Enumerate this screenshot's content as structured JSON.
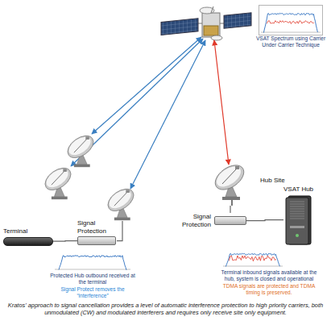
{
  "diagram": {
    "caption": "Kratos' approach to signal cancellation provides a level of automatic interference protection to high priority carriers, both unmodulated (CW) and modulated interferers and requires only receive site only equipment.",
    "nodes": [
      {
        "text": [
          "Terminal"
        ]
      },
      {
        "text": [
          "Signal Protection"
        ]
      },
      {
        "text": [
          "Protected Hub outbound received at the terminal",
          "Signal Protect removes the “interference”"
        ]
      },
      {
        "text": [
          "Hub Site"
        ]
      },
      {
        "text": [
          "Signal Protection"
        ]
      },
      {
        "text": [
          "VSAT Hub"
        ]
      },
      {
        "text": [
          "Terminal inbound signals available at the hub, system is closed and operational",
          "TDMA signals are protected and TDMA timing is preserved."
        ]
      },
      {
        "text": [
          "VSAT Spectrum using Carrier Under Carrier Technique"
        ]
      }
    ],
    "edges": [
      {
        "from": 0,
        "to": 1,
        "arrow": "none"
      },
      {
        "from": 3,
        "to": 4,
        "arrow": "none"
      },
      {
        "from": 4,
        "to": 5,
        "arrow": "none"
      }
    ]
  }
}
